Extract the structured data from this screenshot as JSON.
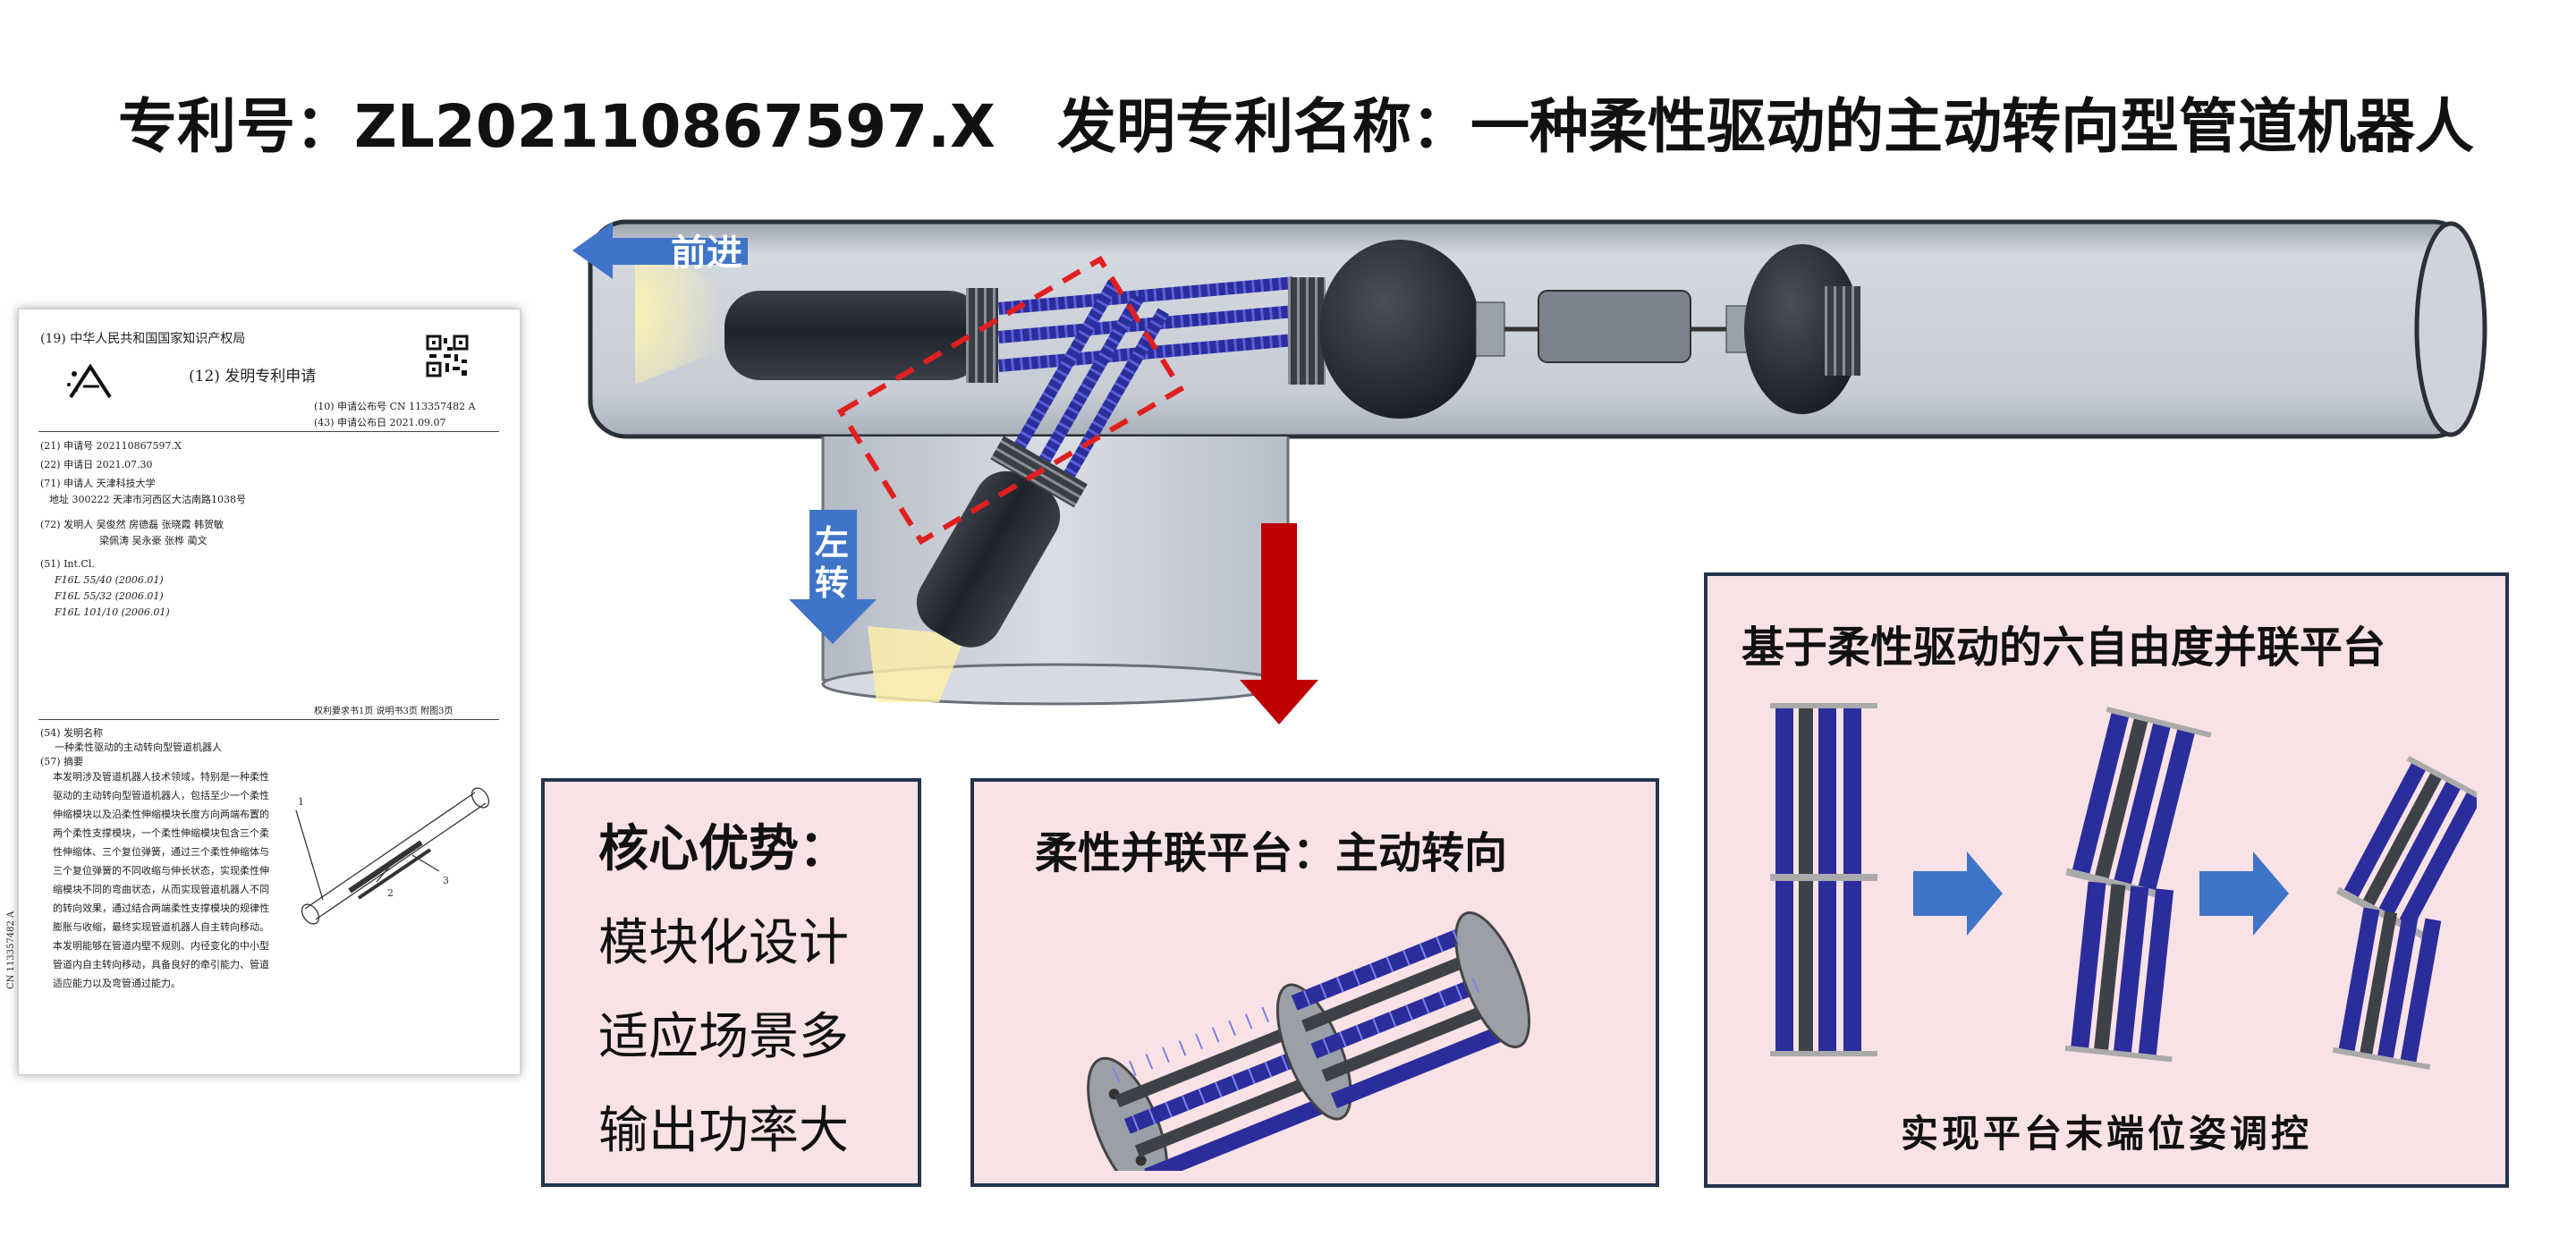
{
  "title": {
    "patent_no": "专利号：ZL202110867597.X",
    "patent_name": "发明专利名称：一种柔性驱动的主动转向型管道机器人"
  },
  "patent_doc": {
    "office": "(19) 中华人民共和国国家知识产权局",
    "doc_type": "(12) 发明专利申请",
    "pub_no": "(10) 申请公布号 CN 113357482 A",
    "pub_date": "(43) 申请公布日 2021.09.07",
    "app_no": "(21) 申请号 202110867597.X",
    "app_date": "(22) 申请日 2021.07.30",
    "applicant": "(71) 申请人 天津科技大学",
    "address": "地址 300222 天津市河西区大沽南路1038号",
    "inventors": "(72) 发明人 吴俊然 房德磊 张晓霞 韩贺敏",
    "inventors2": "梁佩涛 吴永豪 张桦 蔺文",
    "int_cl": "(51) Int.Cl.",
    "cl1": "F16L 55/40 (2006.01)",
    "cl2": "F16L 55/32 (2006.01)",
    "cl3": "F16L 101/10 (2006.01)",
    "pages": "权利要求书1页  说明书3页  附图3页",
    "name_label": "(54) 发明名称",
    "name_value": "一种柔性驱动的主动转向型管道机器人",
    "abstract_label": "(57) 摘要",
    "abstract": "本发明涉及管道机器人技术领域，特别是一种柔性驱动的主动转向型管道机器人，包括至少一个柔性伸缩模块以及沿柔性伸缩模块长度方向两端布置的两个柔性支撑模块，一个柔性伸缩模块包含三个柔性伸缩体、三个复位弹簧，通过三个柔性伸缩体与三个复位弹簧的不同收缩与伸长状态，实现柔性伸缩模块不同的弯曲状态，从而实现管道机器人不同的转向效果，通过结合两端柔性支撑模块的规律性膨胀与收缩，最终实现管道机器人自主转向移动。本发明能够在管道内壁不规则、内径变化的中小型管道内自主转向移动，具备良好的牵引能力、管道适应能力以及弯管通过能力。",
    "side_code": "CN 113357482 A",
    "fig_labels": [
      "1",
      "2",
      "3"
    ]
  },
  "pipe": {
    "forward_label": "前进",
    "left_turn_label": "左转"
  },
  "advantages": {
    "heading": "核心优势：",
    "items": [
      "模块化设计",
      "适应场景多",
      "输出功率大"
    ]
  },
  "flex_platform": {
    "heading": "柔性并联平台：主动转向"
  },
  "six_dof": {
    "heading": "基于柔性驱动的六自由度并联平台",
    "caption": "实现平台末端位姿调控"
  },
  "colors": {
    "box_fill": "#f9e2e6",
    "box_border": "#24344f",
    "arrow_blue": "#3f74c8",
    "arrow_red": "#c00000",
    "coil_blue": "#2e2ea8",
    "pipe_glass": "#c9ced8"
  }
}
